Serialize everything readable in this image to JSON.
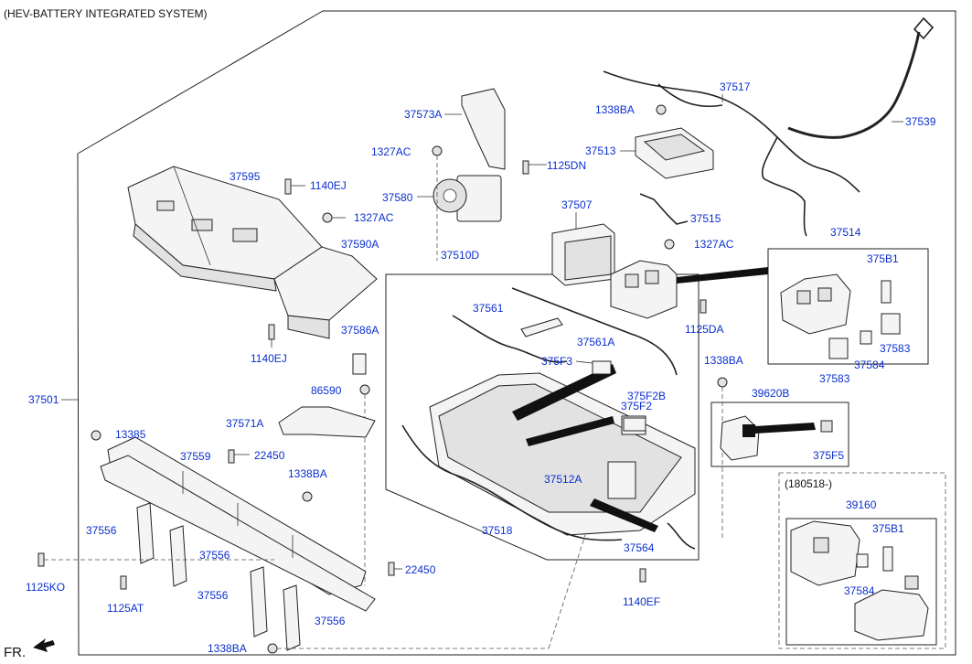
{
  "title": "(HEV-BATTERY INTEGRATED SYSTEM)",
  "orientation_mark": "FR.",
  "variant_box_label": "(180518-)",
  "colors": {
    "label": "#0a2fcf",
    "line": "#222222",
    "background": "#ffffff"
  },
  "labels": {
    "p37501": "37501",
    "p37595": "37595",
    "p1140EJ_a": "1140EJ",
    "p1327AC_a": "1327AC",
    "p37590A": "37590A",
    "p1140EJ_b": "1140EJ",
    "p37586A": "37586A",
    "p86590": "86590",
    "p37571A": "37571A",
    "p13385": "13385",
    "p37559": "37559",
    "p22450_a": "22450",
    "p1338BA_a": "1338BA",
    "p37556_a": "37556",
    "p37556_b": "37556",
    "p1125KO": "1125KO",
    "p1125AT": "1125AT",
    "p37556_c": "37556",
    "p37556_d": "37556",
    "p22450_b": "22450",
    "p1338BA_b": "1338BA",
    "p37573A": "37573A",
    "p1327AC_b": "1327AC",
    "p1125DN": "1125DN",
    "p37580": "37580",
    "p37510D": "37510D",
    "p37561": "37561",
    "p37561A": "37561A",
    "p375F3": "375F3",
    "p375F2B": "375F2B",
    "p375F2": "375F2",
    "p37512A": "37512A",
    "p37518": "37518",
    "p37564": "37564",
    "p1140EF": "1140EF",
    "p37507": "37507",
    "p1338BA_c": "1338BA",
    "p37513": "37513",
    "p37517": "37517",
    "p37539": "37539",
    "p37515": "37515",
    "p1327AC_c": "1327AC",
    "p1125DA": "1125DA",
    "p1338BA_d": "1338BA",
    "p37514": "37514",
    "p375B1_a": "375B1",
    "p37583_a": "37583",
    "p37584_a": "37584",
    "p37583_b": "37583",
    "p39620B": "39620B",
    "p375F5": "375F5",
    "p39160": "39160",
    "p375B1_b": "375B1",
    "p37584_b": "37584"
  }
}
